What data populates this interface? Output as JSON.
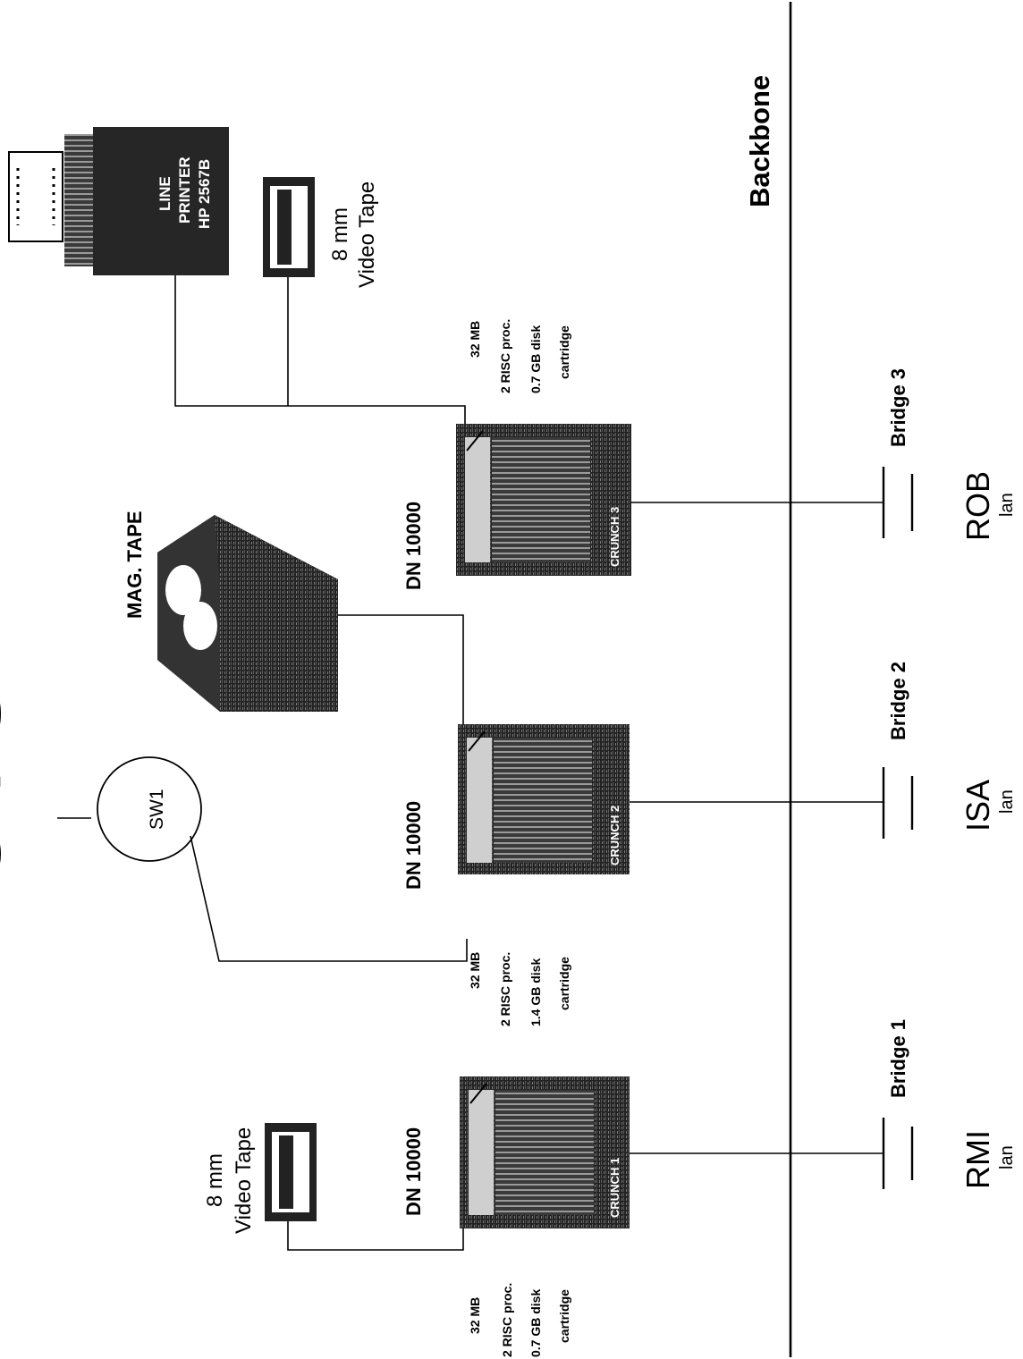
{
  "backbone": {
    "label": "Backbone"
  },
  "title_fragment": "GTS",
  "switch": {
    "label": "SW1"
  },
  "computers": [
    {
      "model": "DN 10000",
      "name": "CRUNCH 1",
      "specs": [
        "32 MB",
        "2 RISC proc.",
        "0.7 GB disk",
        "cartridge"
      ]
    },
    {
      "model": "DN 10000",
      "name": "CRUNCH 2",
      "specs": [
        "32 MB",
        "2 RISC proc.",
        "1.4 GB disk",
        "cartridge"
      ]
    },
    {
      "model": "DN 10000",
      "name": "CRUNCH 3",
      "specs": [
        "32 MB",
        "2 RISC proc.",
        "0.7 GB disk",
        "cartridge"
      ]
    }
  ],
  "bridges": [
    {
      "label": "Bridge 1",
      "lan": "RMI",
      "lan_suffix": "lan"
    },
    {
      "label": "Bridge 2",
      "lan": "ISA",
      "lan_suffix": "lan"
    },
    {
      "label": "Bridge 3",
      "lan": "ROB",
      "lan_suffix": "lan"
    }
  ],
  "peripherals": {
    "video_tape_1": {
      "line1": "8 mm",
      "line2": "Video Tape"
    },
    "video_tape_2": {
      "line1": "8 mm",
      "line2": "Video Tape"
    },
    "mag_tape": {
      "label": "MAG. TAPE"
    },
    "printer": {
      "line1": "LINE",
      "line2": "PRINTER",
      "line3": "HP 2567B"
    }
  },
  "colors": {
    "device_body": "#2a2a2a",
    "ink": "#000000",
    "paper": "#ffffff"
  }
}
